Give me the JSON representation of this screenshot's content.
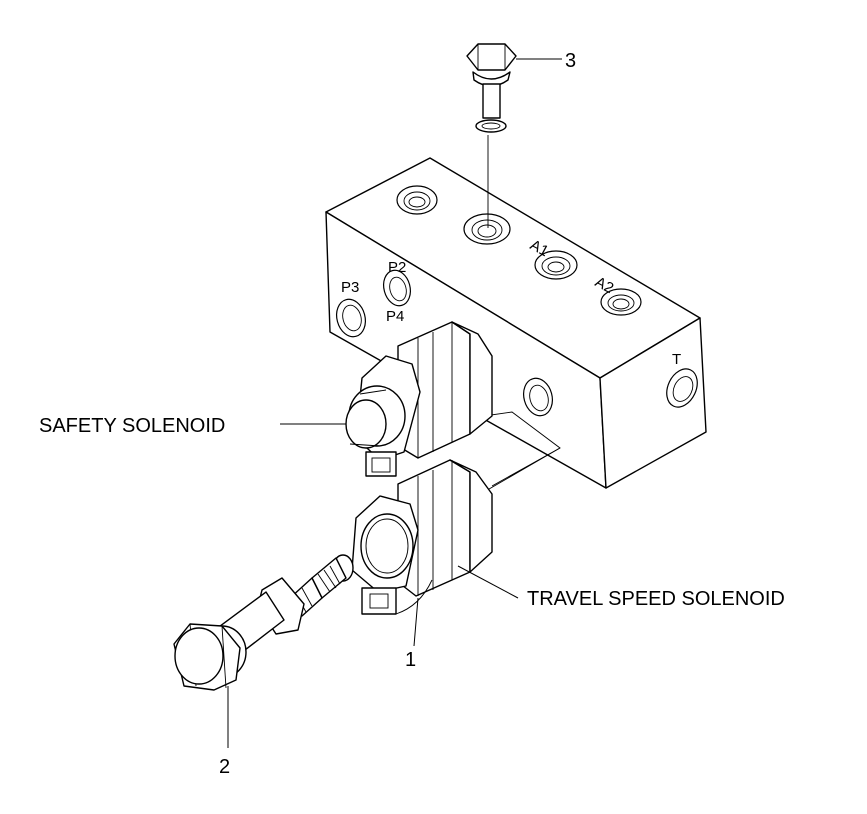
{
  "callouts": {
    "item_1": "1",
    "item_2": "2",
    "item_3": "3",
    "safety_solenoid": "SAFETY SOLENOID",
    "travel_speed_solenoid": "TRAVEL SPEED SOLENOID"
  },
  "ports": {
    "p2": "P2",
    "p3": "P3",
    "p4": "P4",
    "a1": "A1",
    "a2": "A2",
    "t": "T"
  },
  "icons": [
    "valve-block",
    "solenoid-coil",
    "bolt",
    "cartridge-valve",
    "plug-screw"
  ]
}
